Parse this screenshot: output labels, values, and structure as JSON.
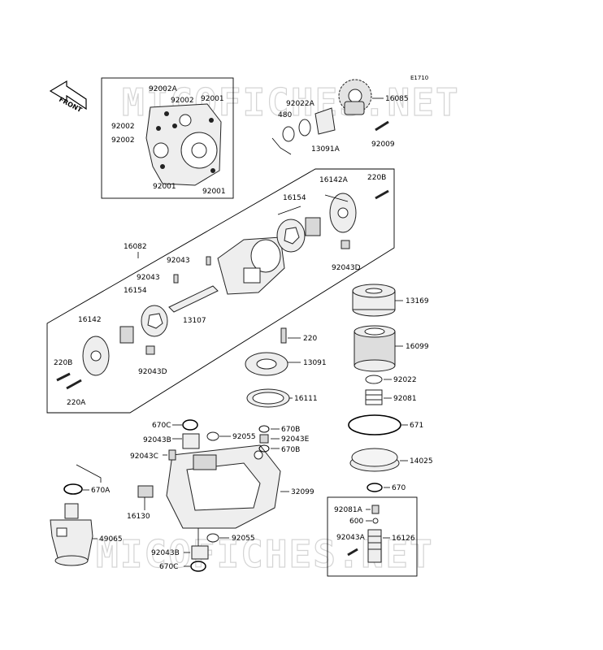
{
  "diagram_code": "E1710",
  "front_label": "FRONT",
  "watermarks": [
    "MICOFICHES.NET",
    "MICOFICHES.NET"
  ],
  "labels": {
    "p92002A": "92002A",
    "p92002_1": "92002",
    "p92001_1": "92001",
    "p92002_2": "92002",
    "p92002_3": "92002",
    "p92001_2": "92001",
    "p92001_3": "92001",
    "p92022A": "92022A",
    "p480": "480",
    "p13091A": "13091A",
    "p16085": "16085",
    "p92009": "92009",
    "p16142A": "16142A",
    "p220B_top": "220B",
    "p16154_top": "16154",
    "p92043D_top": "92043D",
    "p16082": "16082",
    "p92043_1": "92043",
    "p92043_2": "92043",
    "p16154_bot": "16154",
    "p16142": "16142",
    "p13107": "13107",
    "p220B_bot": "220B",
    "p92043D_bot": "92043D",
    "p220A": "220A",
    "p13169": "13169",
    "p16099": "16099",
    "p220": "220",
    "p13091": "13091",
    "p92022": "92022",
    "p92081": "92081",
    "p16111": "16111",
    "p671": "671",
    "p14025": "14025",
    "p670": "670",
    "p670C_top": "670C",
    "p92043B_top": "92043B",
    "p92055_top": "92055",
    "p670B_1": "670B",
    "p92043E": "92043E",
    "p670B_2": "670B",
    "p92043C": "92043C",
    "p32099": "32099",
    "p670A": "670A",
    "p16130": "16130",
    "p49065": "49065",
    "p92055_bot": "92055",
    "p92043B_bot": "92043B",
    "p670C_bot": "670C",
    "p92081A": "92081A",
    "p600": "600",
    "p92043A": "92043A",
    "p16126": "16126"
  },
  "colors": {
    "line": "#000000",
    "part_fill": "#eeeeee",
    "part_dark": "#d8d8d8",
    "watermark": "#d4d4d4"
  }
}
